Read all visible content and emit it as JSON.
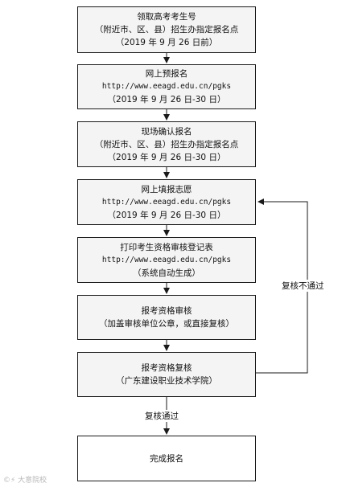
{
  "steps": [
    {
      "line1": "领取高考考生号",
      "line2": "（附近市、区、县）招生办指定报名点",
      "line3": "（2019 年 9 月 26 日前）"
    },
    {
      "line1": "网上预报名",
      "line2": "http://www.eeagd.edu.cn/pgks",
      "line3": "（2019 年 9 月 26 日-30 日）"
    },
    {
      "line1": "现场确认报名",
      "line2": "（附近市、区、县）招生办指定报名点",
      "line3": "（2019 年 9 月 26 日-30 日）"
    },
    {
      "line1": "网上填报志愿",
      "line2": "http://www.eeagd.edu.cn/pgks",
      "line3": "（2019 年 9 月 26 日-30 日）"
    },
    {
      "line1": "打印考生资格审核登记表",
      "line2": "http://www.eeagd.edu.cn/pgks",
      "line3": "（系统自动生成）"
    },
    {
      "line1": "报考资格审核",
      "line2": "（加盖审核单位公章，或直接复核）"
    },
    {
      "line1": "报考资格复核",
      "line2": "（广东建设职业技术学院）"
    },
    {
      "line1": "完成报名"
    }
  ],
  "labels": {
    "pass": "复核通过",
    "fail": "复核不通过"
  },
  "watermark": "©⚡ 大意院校"
}
